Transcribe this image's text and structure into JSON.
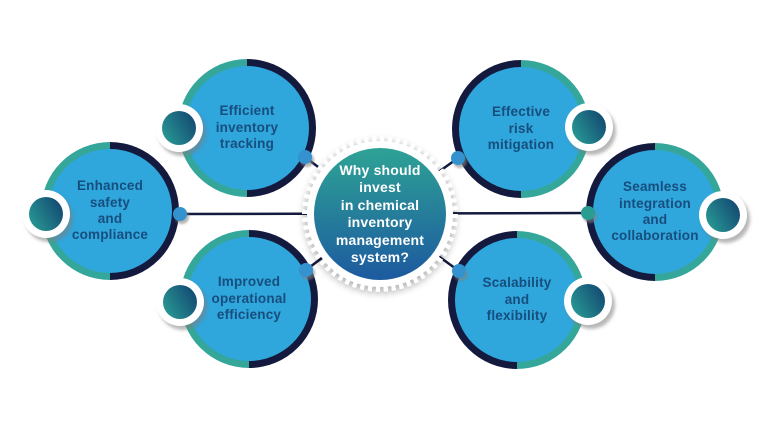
{
  "center": {
    "question": "Why should\ninvest\nin chemical\ninventory\nmanagement\nsystem?"
  },
  "nodes": [
    {
      "id": "enhanced-safety-compliance",
      "label": "Enhanced\nsafety\nand\ncompliance"
    },
    {
      "id": "efficient-inventory-tracking",
      "label": "Efficient\ninventory\ntracking"
    },
    {
      "id": "improved-operational-efficiency",
      "label": "Improved\noperational\nefficiency"
    },
    {
      "id": "effective-risk-mitigation",
      "label": "Effective\nrisk\nmitigation"
    },
    {
      "id": "seamless-integration-collaboration",
      "label": "Seamless\nintegration\nand\ncollaboration"
    },
    {
      "id": "scalability-flexibility",
      "label": "Scalability\nand\nflexibility"
    }
  ],
  "colors": {
    "node_fill": "#2FA6DC",
    "ring_teal": "#35A79A",
    "ring_navy": "#141A3E",
    "label_text": "#174E7E",
    "center_gradient_top": "#2EA295",
    "center_gradient_bottom": "#1D5C9F",
    "center_text": "#FFFFFF",
    "connector_line": "#141A3E",
    "connector_blue_dot": "#3492CF",
    "connector_teal_dot": "#2A9D92",
    "badge_gradient_start": "#2AA197",
    "badge_gradient_end": "#11406F"
  }
}
